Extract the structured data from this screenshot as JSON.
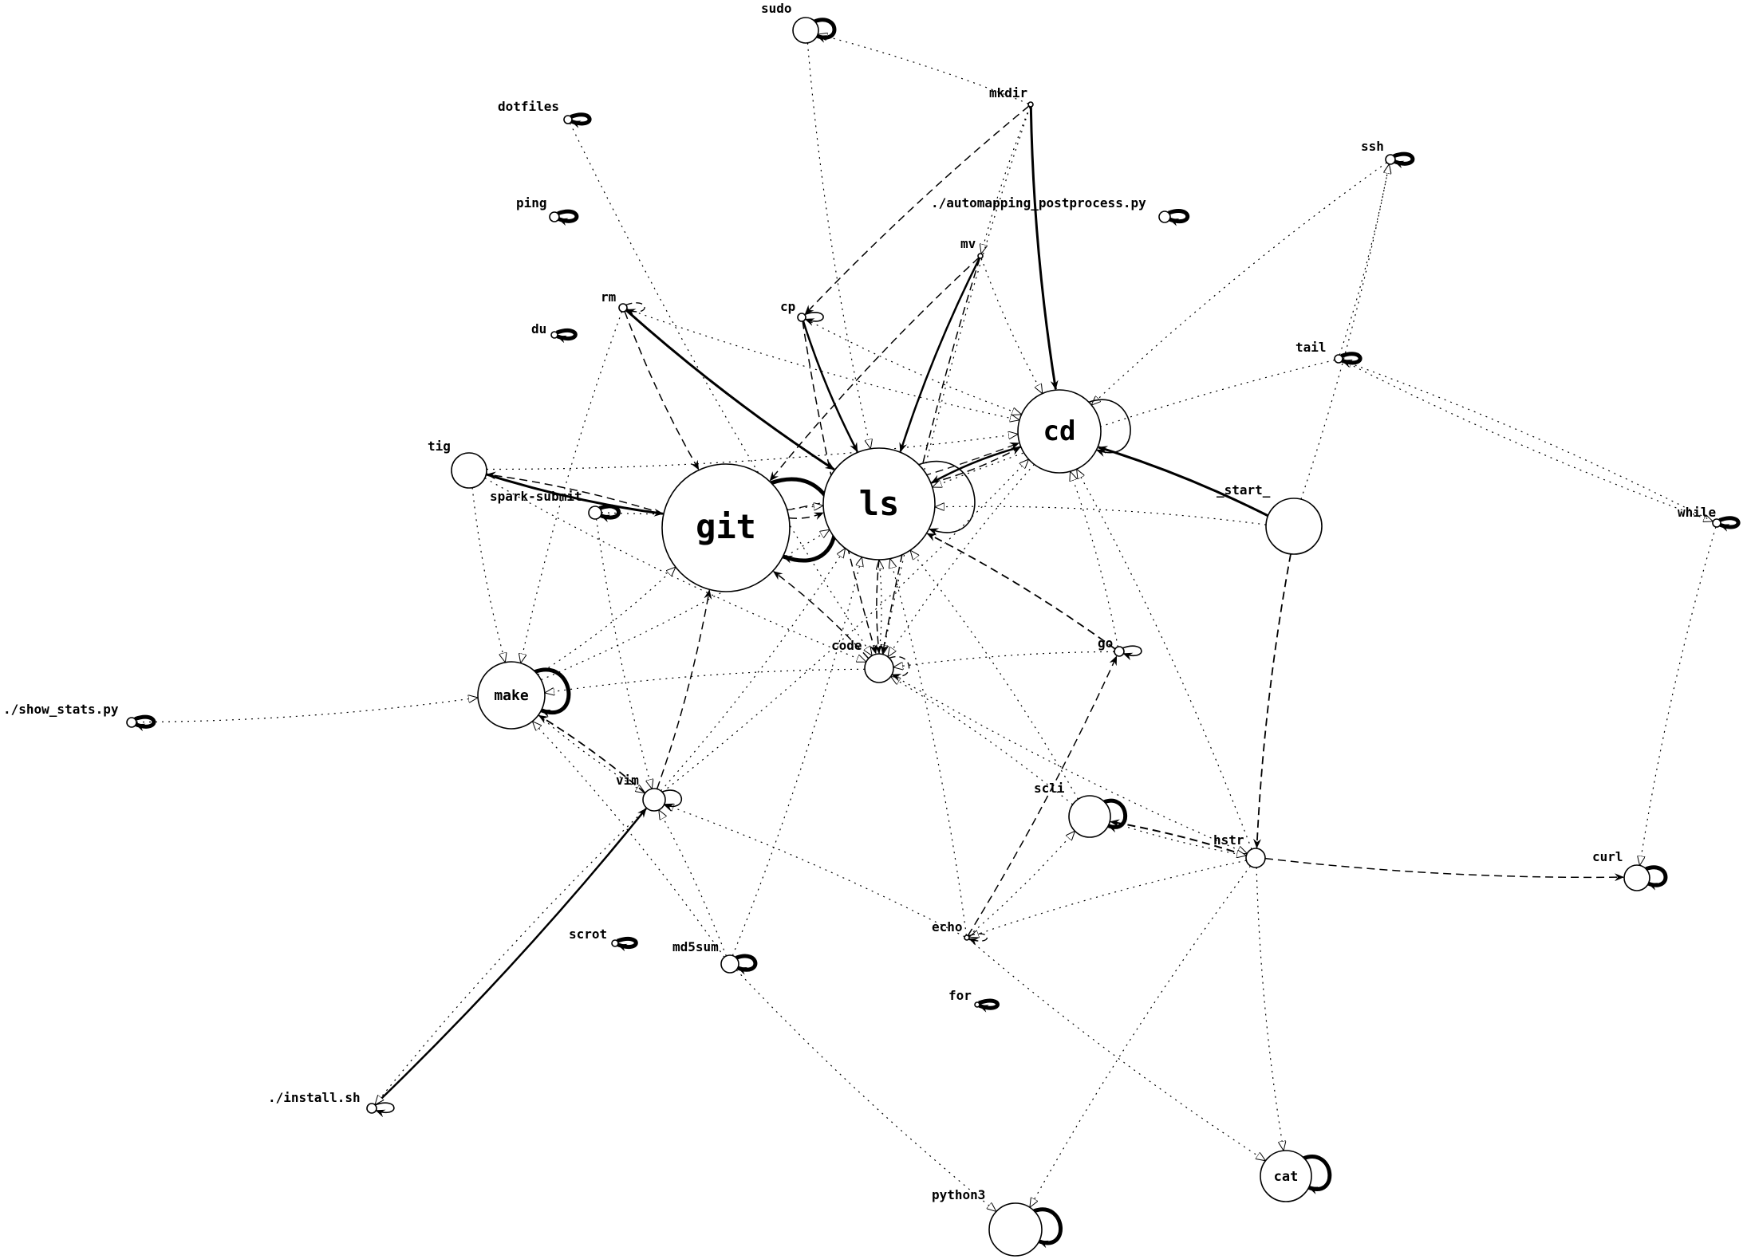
{
  "nodes": [
    {
      "id": "sudo",
      "label": "sudo"
    },
    {
      "id": "mkdir",
      "label": "mkdir"
    },
    {
      "id": "dotfiles",
      "label": "dotfiles"
    },
    {
      "id": "ssh",
      "label": "ssh"
    },
    {
      "id": "ping",
      "label": "ping"
    },
    {
      "id": "automapping",
      "label": "./automapping_postprocess.py"
    },
    {
      "id": "mv",
      "label": "mv"
    },
    {
      "id": "rm",
      "label": "rm"
    },
    {
      "id": "cp",
      "label": "cp"
    },
    {
      "id": "du",
      "label": "du"
    },
    {
      "id": "tail",
      "label": "tail"
    },
    {
      "id": "cd",
      "label": "cd"
    },
    {
      "id": "tig",
      "label": "tig"
    },
    {
      "id": "ls",
      "label": "ls"
    },
    {
      "id": "git",
      "label": "git"
    },
    {
      "id": "spark",
      "label": "spark-submit"
    },
    {
      "id": "start",
      "label": "_start_"
    },
    {
      "id": "while",
      "label": "while"
    },
    {
      "id": "code",
      "label": "code"
    },
    {
      "id": "go",
      "label": "go"
    },
    {
      "id": "make",
      "label": "make"
    },
    {
      "id": "showstats",
      "label": "./show_stats.py"
    },
    {
      "id": "vim",
      "label": "vim"
    },
    {
      "id": "scli",
      "label": "scli"
    },
    {
      "id": "hstr",
      "label": "hstr"
    },
    {
      "id": "curl",
      "label": "curl"
    },
    {
      "id": "echo",
      "label": "echo"
    },
    {
      "id": "scrot",
      "label": "scrot"
    },
    {
      "id": "md5sum",
      "label": "md5sum"
    },
    {
      "id": "for",
      "label": "for"
    },
    {
      "id": "install",
      "label": "./install.sh"
    },
    {
      "id": "python3",
      "label": "python3"
    },
    {
      "id": "cat",
      "label": "cat"
    }
  ],
  "edges": [
    {
      "from": "mkdir",
      "to": "cd",
      "style": "solid",
      "weight": 3
    },
    {
      "from": "mkdir",
      "to": "cp",
      "style": "dashed",
      "weight": 1.5
    },
    {
      "from": "mkdir",
      "to": "sudo",
      "style": "dotted",
      "weight": 1.2
    },
    {
      "from": "mkdir",
      "to": "mv",
      "style": "dotted",
      "weight": 1.2
    },
    {
      "from": "mkdir",
      "to": "code",
      "style": "dotted",
      "weight": 1.2
    },
    {
      "from": "mv",
      "to": "ls",
      "style": "solid",
      "weight": 2.5
    },
    {
      "from": "mv",
      "to": "git",
      "style": "dashed",
      "weight": 1.5
    },
    {
      "from": "mv",
      "to": "code",
      "style": "dashed",
      "weight": 1.5
    },
    {
      "from": "mv",
      "to": "cd",
      "style": "dotted",
      "weight": 1.2
    },
    {
      "from": "rm",
      "to": "ls",
      "style": "solid",
      "weight": 3
    },
    {
      "from": "rm",
      "to": "git",
      "style": "dashed",
      "weight": 1.5
    },
    {
      "from": "rm",
      "to": "cd",
      "style": "dotted",
      "weight": 1.2
    },
    {
      "from": "rm",
      "to": "make",
      "style": "dotted",
      "weight": 1.2
    },
    {
      "from": "cp",
      "to": "ls",
      "style": "solid",
      "weight": 2.5
    },
    {
      "from": "cp",
      "to": "code",
      "style": "dashed",
      "weight": 1.5
    },
    {
      "from": "cp",
      "to": "cd",
      "style": "dotted",
      "weight": 1.2
    },
    {
      "from": "cd",
      "to": "ls",
      "style": "solid",
      "weight": 2.5
    },
    {
      "from": "ls",
      "to": "cd",
      "style": "dashed",
      "weight": 1.5
    },
    {
      "from": "tig",
      "to": "git",
      "style": "solid",
      "weight": 3
    },
    {
      "from": "git",
      "to": "tig",
      "style": "dashed",
      "weight": 1.5
    },
    {
      "from": "tig",
      "to": "cd",
      "style": "dotted",
      "weight": 1.2
    },
    {
      "from": "tig",
      "to": "make",
      "style": "dotted",
      "weight": 1.2
    },
    {
      "from": "tig",
      "to": "code",
      "style": "dotted",
      "weight": 1.2
    },
    {
      "from": "git",
      "to": "ls",
      "style": "dashed",
      "weight": 1.5
    },
    {
      "from": "git",
      "to": "cd",
      "style": "dashed",
      "weight": 1.3
    },
    {
      "from": "start",
      "to": "cd",
      "style": "solid",
      "weight": 3
    },
    {
      "from": "start",
      "to": "hstr",
      "style": "dashed",
      "weight": 1.8
    },
    {
      "from": "start",
      "to": "ls",
      "style": "dotted",
      "weight": 1.2
    },
    {
      "from": "start",
      "to": "ssh",
      "style": "dotted",
      "weight": 1.2
    },
    {
      "from": "code",
      "to": "git",
      "style": "dashed",
      "weight": 1.5
    },
    {
      "from": "code",
      "to": "ls",
      "style": "dotted",
      "weight": 1.2
    },
    {
      "from": "code",
      "to": "make",
      "style": "dotted",
      "weight": 1.2
    },
    {
      "from": "code",
      "to": "hstr",
      "style": "dotted",
      "weight": 1.2
    },
    {
      "from": "ls",
      "to": "code",
      "style": "dashed",
      "weight": 1.5
    },
    {
      "from": "go",
      "to": "ls",
      "style": "dashed",
      "weight": 1.8
    },
    {
      "from": "go",
      "to": "cd",
      "style": "dotted",
      "weight": 1.2
    },
    {
      "from": "echo",
      "to": "go",
      "style": "dashed",
      "weight": 1.5
    },
    {
      "from": "make",
      "to": "git",
      "style": "dotted",
      "weight": 1.2
    },
    {
      "from": "make",
      "to": "ls",
      "style": "dotted",
      "weight": 1.2
    },
    {
      "from": "make",
      "to": "vim",
      "style": "dotted",
      "weight": 1.2
    },
    {
      "from": "vim",
      "to": "make",
      "style": "dashed",
      "weight": 1.8
    },
    {
      "from": "vim",
      "to": "git",
      "style": "dashed",
      "weight": 1.5
    },
    {
      "from": "vim",
      "to": "ls",
      "style": "dotted",
      "weight": 1.2
    },
    {
      "from": "install",
      "to": "vim",
      "style": "solid",
      "weight": 2.5
    },
    {
      "from": "vim",
      "to": "install",
      "style": "dotted",
      "weight": 1.2
    },
    {
      "from": "spark",
      "to": "vim",
      "style": "dotted",
      "weight": 1.2
    },
    {
      "from": "spark",
      "to": "ls",
      "style": "dotted",
      "weight": 1.2
    },
    {
      "from": "hstr",
      "to": "scli",
      "style": "dashed",
      "weight": 2
    },
    {
      "from": "hstr",
      "to": "curl",
      "style": "dashed",
      "weight": 1.5
    },
    {
      "from": "hstr",
      "to": "cat",
      "style": "dotted",
      "weight": 1.2
    },
    {
      "from": "hstr",
      "to": "python3",
      "style": "dotted",
      "weight": 1.2
    },
    {
      "from": "hstr",
      "to": "echo",
      "style": "dotted",
      "weight": 1.2
    },
    {
      "from": "hstr",
      "to": "cd",
      "style": "dotted",
      "weight": 1.2
    },
    {
      "from": "scli",
      "to": "hstr",
      "style": "dotted",
      "weight": 1.2
    },
    {
      "from": "scli",
      "to": "ls",
      "style": "dotted",
      "weight": 1.2
    },
    {
      "from": "scli",
      "to": "code",
      "style": "dotted",
      "weight": 1.2
    },
    {
      "from": "echo",
      "to": "vim",
      "style": "dotted",
      "weight": 1.2
    },
    {
      "from": "echo",
      "to": "scli",
      "style": "dotted",
      "weight": 1.2
    },
    {
      "from": "echo",
      "to": "cat",
      "style": "dotted",
      "weight": 1.2
    },
    {
      "from": "echo",
      "to": "ls",
      "style": "dotted",
      "weight": 1.2
    },
    {
      "from": "md5sum",
      "to": "python3",
      "style": "dotted",
      "weight": 1.2
    },
    {
      "from": "md5sum",
      "to": "ls",
      "style": "dotted",
      "weight": 1.2
    },
    {
      "from": "md5sum",
      "to": "make",
      "style": "dotted",
      "weight": 1.2
    },
    {
      "from": "md5sum",
      "to": "vim",
      "style": "dotted",
      "weight": 1.2
    },
    {
      "from": "showstats",
      "to": "make",
      "style": "dotted",
      "weight": 1.2
    },
    {
      "from": "tail",
      "to": "ssh",
      "style": "dotted",
      "weight": 1.2
    },
    {
      "from": "tail",
      "to": "while",
      "style": "dotted",
      "weight": 1.2
    },
    {
      "from": "while",
      "to": "tail",
      "style": "dotted",
      "weight": 1.2
    },
    {
      "from": "while",
      "to": "curl",
      "style": "dotted",
      "weight": 1.2
    },
    {
      "from": "tail",
      "to": "ls",
      "style": "dotted",
      "weight": 1.2
    },
    {
      "from": "dotfiles",
      "to": "code",
      "style": "dotted",
      "weight": 1.2
    },
    {
      "from": "sudo",
      "to": "ls",
      "style": "dotted",
      "weight": 1.2
    },
    {
      "from": "ssh",
      "to": "cd",
      "style": "dotted",
      "weight": 1.2
    },
    {
      "from": "cd",
      "to": "code",
      "style": "dotted",
      "weight": 1.2
    },
    {
      "from": "vim",
      "to": "cd",
      "style": "dotted",
      "weight": 1.2
    },
    {
      "from": "go",
      "to": "code",
      "style": "dotted",
      "weight": 1.2
    }
  ]
}
